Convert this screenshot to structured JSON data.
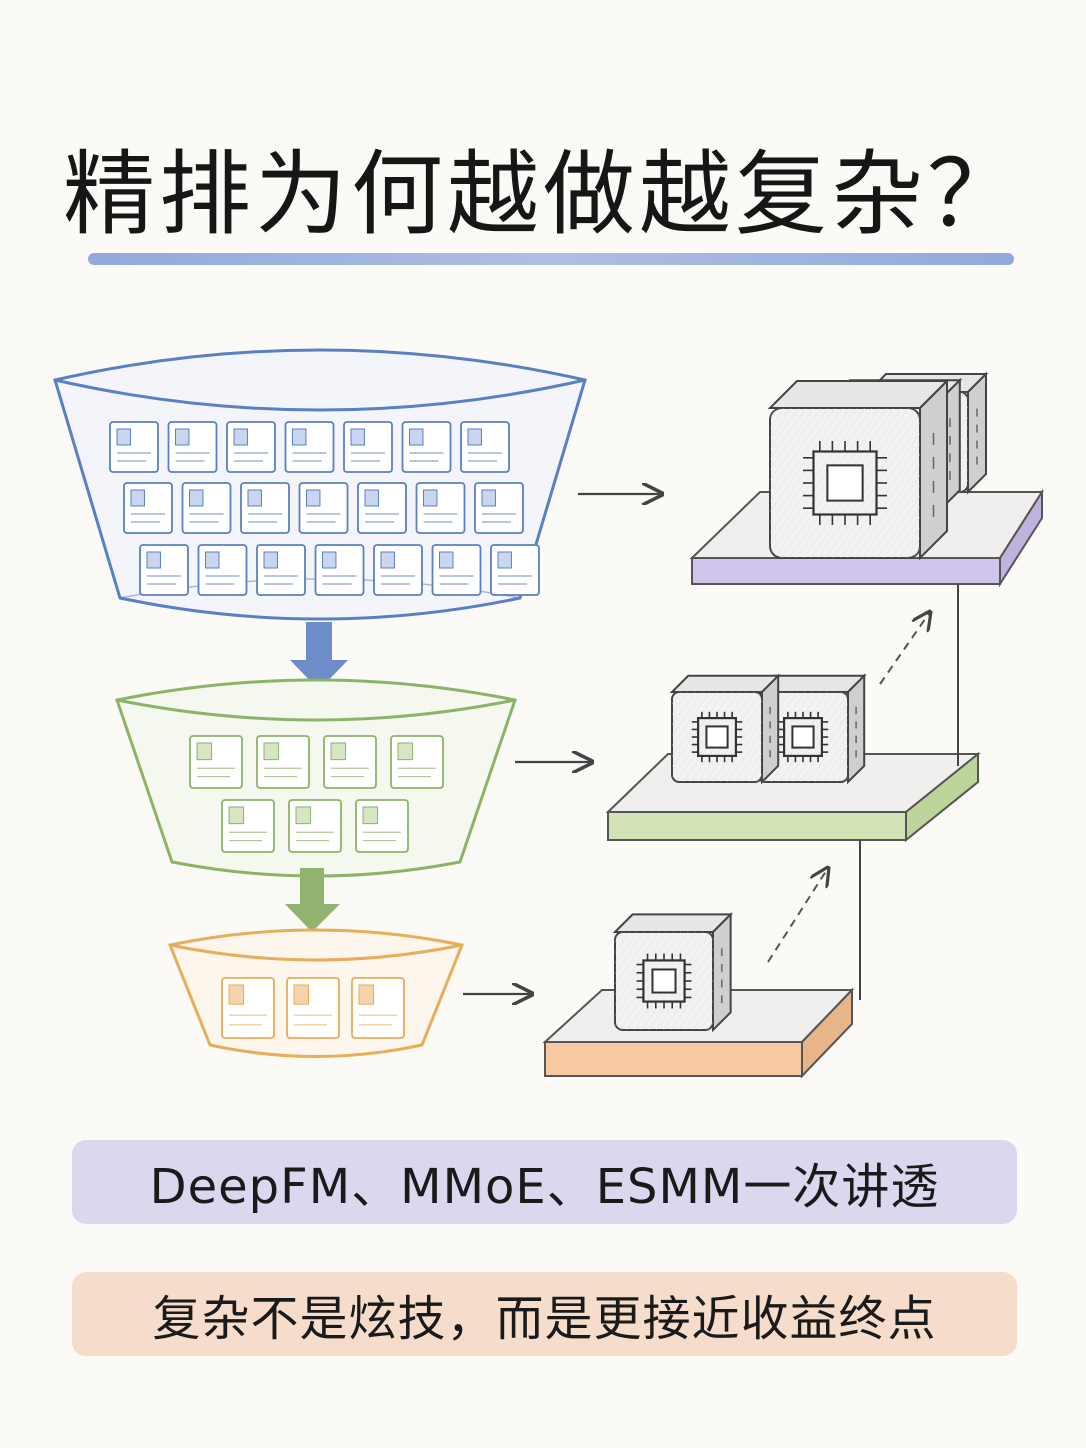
{
  "title": "精排为何越做越复杂？",
  "subtitle": "DeepFM、MMoE、ESMM一次讲透",
  "tagline": "复杂不是炫技，而是更接近收益终点",
  "colors": {
    "blue": "#5b7fc4",
    "green": "#8db36a",
    "orange": "#e8ad5a",
    "purple_shelf": "#cfc4ea",
    "green_shelf": "#d2e4b5",
    "orange_shelf": "#f6c9a3",
    "band_purple": "#ddd6ef",
    "band_orange": "#f6dccb"
  },
  "icons": [
    "funnel-icon",
    "card-icon",
    "server-chip-icon",
    "arrow-right-icon",
    "arrow-down-icon",
    "dashed-arrow-icon"
  ],
  "stages": [
    {
      "name": "large-funnel",
      "color": "blue",
      "cards": 21,
      "servers": 3
    },
    {
      "name": "medium-funnel",
      "color": "green",
      "cards": 7,
      "servers": 2
    },
    {
      "name": "small-funnel",
      "color": "orange",
      "cards": 3,
      "servers": 1
    }
  ]
}
